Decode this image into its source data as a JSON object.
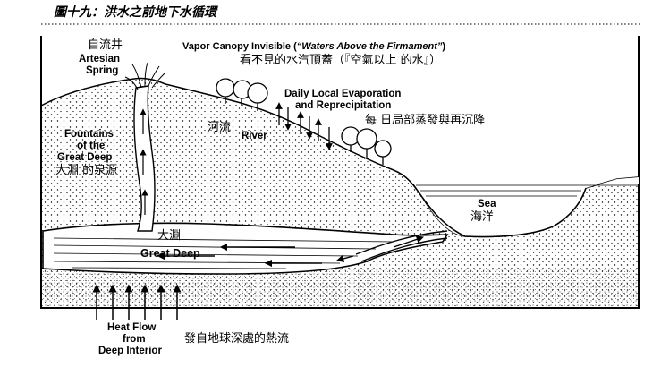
{
  "title": "圖十九：洪水之前地下水循環",
  "labels": {
    "artesian_zh": "自流井",
    "artesian_en_1": "Artesian",
    "artesian_en_2": "Spring",
    "canopy_en_a": "Vapor Canopy Invisible (",
    "canopy_en_b": "“Waters Above the Firmament”",
    "canopy_en_c": ")",
    "canopy_zh": "看不見的水汽頂蓋（『空氣以上 的水』）",
    "evap_en_1": "Daily Local Evaporation",
    "evap_en_2": "and Reprecipitation",
    "evap_zh": "每 日局部蒸發與再沉降",
    "river_zh": "河流",
    "river_en": "River",
    "fountains_en_1": "Fountains",
    "fountains_en_2": "of the",
    "fountains_en_3": "Great Deep",
    "fountains_zh": "大淵 的泉源",
    "sea_en": "Sea",
    "sea_zh": "海洋",
    "deep_zh": "大淵",
    "deep_en": "Great Deep",
    "heat_en_1": "Heat Flow",
    "heat_en_2": "from",
    "heat_en_3": "Deep Interior",
    "heat_zh": "發自地球深處的熱流"
  },
  "colors": {
    "ink": "#000000",
    "paper": "#ffffff"
  }
}
